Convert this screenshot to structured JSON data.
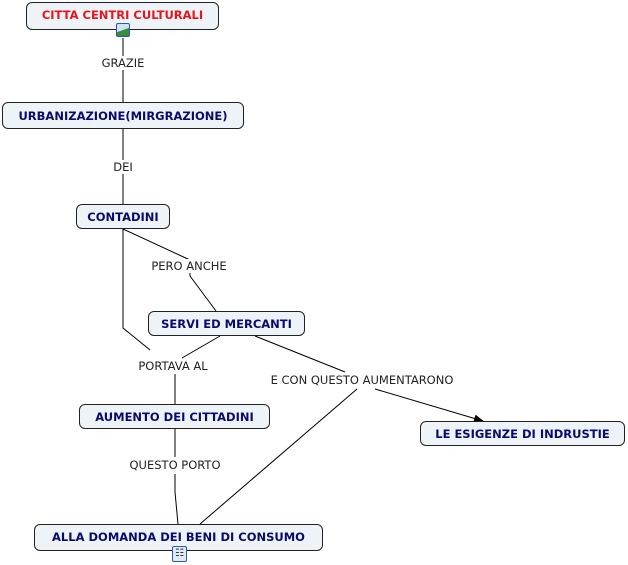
{
  "concepts": {
    "citta": "CITTA CENTRI CULTURALI",
    "urbanizzazione": "URBANIZAZIONE(MIRGRAZIONE)",
    "contadini": "CONTADINI",
    "servi": "SERVI ED MERCANTI",
    "aumento": "AUMENTO DEI CITTADINI",
    "esigenze": "LE ESIGENZE DI INDRUSTIE",
    "domanda": "ALLA DOMANDA DEI BENI DI CONSUMO"
  },
  "links": {
    "grazie": "GRAZIE",
    "dei": "DEI",
    "pero_anche": "PERO ANCHE",
    "portava_al": "PORTAVA AL",
    "questo_porto": "QUESTO PORTO",
    "e_con_questo": "E CON QUESTO AUMENTARONO"
  },
  "colors": {
    "title": "#e8141c",
    "concept": "#0a0a6e",
    "node_bg": "#eef3f7"
  }
}
